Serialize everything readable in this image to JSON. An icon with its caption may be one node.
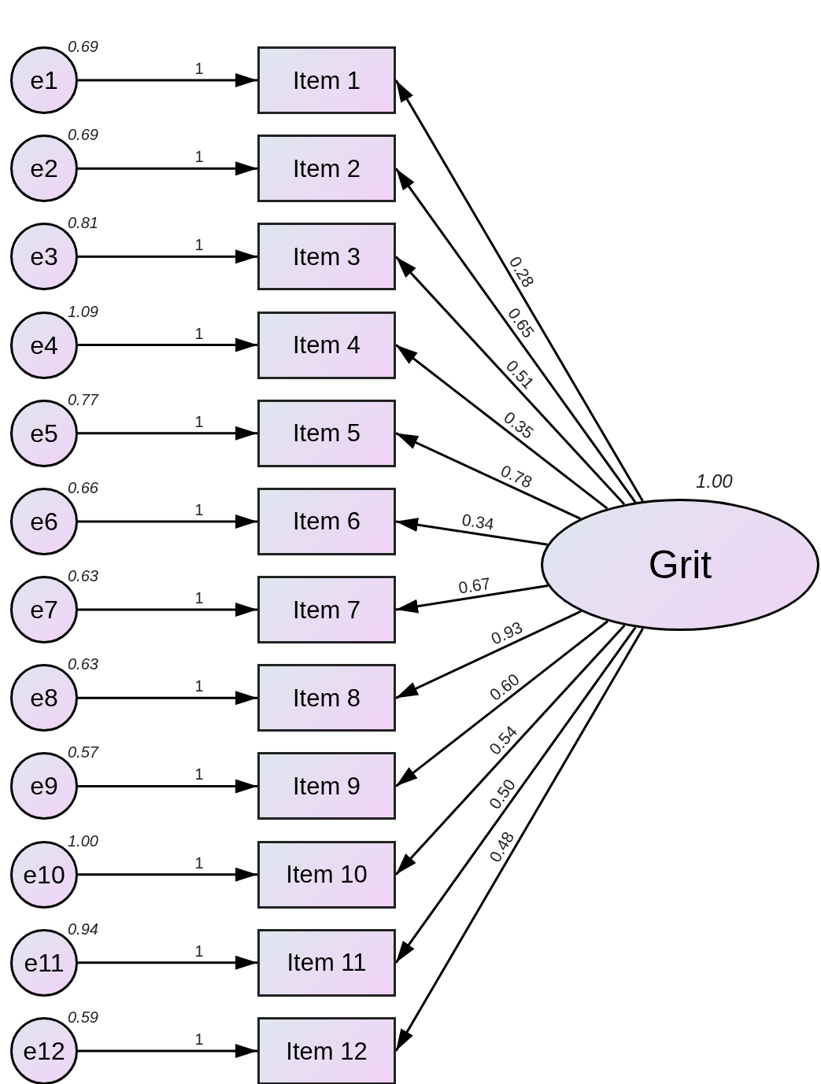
{
  "diagram": {
    "nodes": [
      {
        "text": [
          "e1"
        ],
        "beside": [
          "0.69"
        ]
      },
      {
        "text": [
          "e2"
        ],
        "beside": [
          "0.69"
        ]
      },
      {
        "text": [
          "e3"
        ],
        "beside": [
          "0.81"
        ]
      },
      {
        "text": [
          "e4"
        ],
        "beside": [
          "1.09"
        ]
      },
      {
        "text": [
          "e5"
        ],
        "beside": [
          "0.77"
        ]
      },
      {
        "text": [
          "e6"
        ],
        "beside": [
          "0.66"
        ]
      },
      {
        "text": [
          "e7"
        ],
        "beside": [
          "0.63"
        ]
      },
      {
        "text": [
          "e8"
        ],
        "beside": [
          "0.63"
        ]
      },
      {
        "text": [
          "e9"
        ],
        "beside": [
          "0.57"
        ]
      },
      {
        "text": [
          "e10"
        ],
        "beside": [
          "1.00"
        ]
      },
      {
        "text": [
          "e11"
        ],
        "beside": [
          "0.94"
        ]
      },
      {
        "text": [
          "e12"
        ],
        "beside": [
          "0.59"
        ]
      },
      {
        "text": [
          "Item 1"
        ]
      },
      {
        "text": [
          "Item 2"
        ]
      },
      {
        "text": [
          "Item 3"
        ]
      },
      {
        "text": [
          "Item 4"
        ]
      },
      {
        "text": [
          "Item 5"
        ]
      },
      {
        "text": [
          "Item 6"
        ]
      },
      {
        "text": [
          "Item 7"
        ]
      },
      {
        "text": [
          "Item 8"
        ]
      },
      {
        "text": [
          "Item 9"
        ]
      },
      {
        "text": [
          "Item 10"
        ]
      },
      {
        "text": [
          "Item 11"
        ]
      },
      {
        "text": [
          "Item 12"
        ]
      },
      {
        "text": [
          "Grit"
        ],
        "beside": [
          "1.00"
        ]
      }
    ],
    "edges": [
      {
        "from": 0,
        "to": 12,
        "arrow": "to",
        "label": "1"
      },
      {
        "from": 1,
        "to": 13,
        "arrow": "to",
        "label": "1"
      },
      {
        "from": 2,
        "to": 14,
        "arrow": "to",
        "label": "1"
      },
      {
        "from": 3,
        "to": 15,
        "arrow": "to",
        "label": "1"
      },
      {
        "from": 4,
        "to": 16,
        "arrow": "to",
        "label": "1"
      },
      {
        "from": 5,
        "to": 17,
        "arrow": "to",
        "label": "1"
      },
      {
        "from": 6,
        "to": 18,
        "arrow": "to",
        "label": "1"
      },
      {
        "from": 7,
        "to": 19,
        "arrow": "to",
        "label": "1"
      },
      {
        "from": 8,
        "to": 20,
        "arrow": "to",
        "label": "1"
      },
      {
        "from": 9,
        "to": 21,
        "arrow": "to",
        "label": "1"
      },
      {
        "from": 10,
        "to": 22,
        "arrow": "to",
        "label": "1"
      },
      {
        "from": 11,
        "to": 23,
        "arrow": "to",
        "label": "1"
      },
      {
        "from": 24,
        "to": 12,
        "arrow": "to",
        "label": "0.28"
      },
      {
        "from": 24,
        "to": 13,
        "arrow": "to",
        "label": "0.65"
      },
      {
        "from": 24,
        "to": 14,
        "arrow": "to",
        "label": "0.51"
      },
      {
        "from": 24,
        "to": 15,
        "arrow": "to",
        "label": "0.35"
      },
      {
        "from": 24,
        "to": 16,
        "arrow": "to",
        "label": "0.78"
      },
      {
        "from": 24,
        "to": 17,
        "arrow": "to",
        "label": "0.34"
      },
      {
        "from": 24,
        "to": 18,
        "arrow": "to",
        "label": "0.67"
      },
      {
        "from": 24,
        "to": 19,
        "arrow": "to",
        "label": "0.93"
      },
      {
        "from": 24,
        "to": 20,
        "arrow": "to",
        "label": "0.60"
      },
      {
        "from": 24,
        "to": 21,
        "arrow": "to",
        "label": "0.54"
      },
      {
        "from": 24,
        "to": 22,
        "arrow": "to",
        "label": "0.50"
      },
      {
        "from": 24,
        "to": 23,
        "arrow": "to",
        "label": "0.48"
      }
    ]
  }
}
